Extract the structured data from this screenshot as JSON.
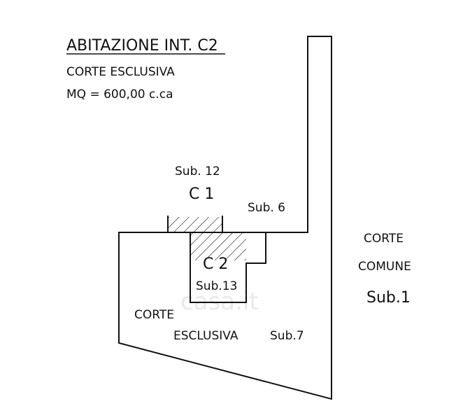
{
  "header": {
    "title": "ABITAZIONE INT. C2",
    "line1": "CORTE ESCLUSIVA",
    "line2": "MQ =  600,00 c.ca"
  },
  "labels": {
    "sub12": "Sub. 12",
    "c1": "C 1",
    "sub6": "Sub. 6",
    "c2": "C 2",
    "sub13": "Sub.13",
    "corte_esclusiva_1": "CORTE",
    "corte_esclusiva_2": "ESCLUSIVA",
    "sub7": "Sub.7",
    "corte_comune_1": "CORTE",
    "corte_comune_2": "COMUNE",
    "sub1": "Sub.1"
  },
  "watermark": "casa.it",
  "colors": {
    "line": "#111111",
    "background": "#ffffff"
  }
}
